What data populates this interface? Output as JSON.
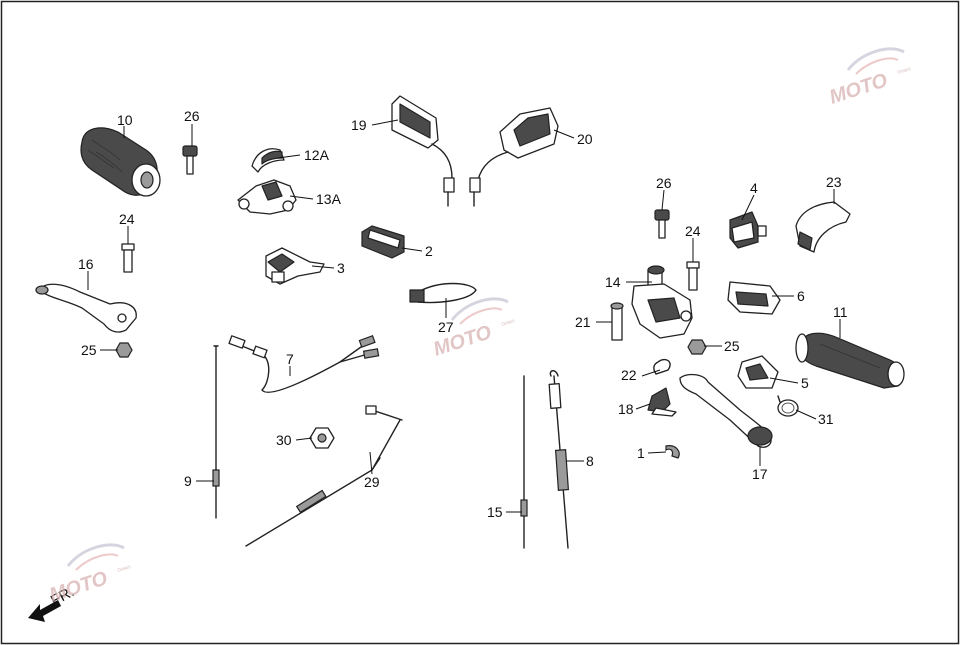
{
  "diagram": {
    "direction_label": "FR.",
    "watermark": {
      "text": "MOTO",
      "subtext": "Gears"
    },
    "callouts": [
      {
        "id": "10",
        "label": "10"
      },
      {
        "id": "26a",
        "label": "26"
      },
      {
        "id": "12A",
        "label": "12A"
      },
      {
        "id": "13A",
        "label": "13A"
      },
      {
        "id": "19",
        "label": "19"
      },
      {
        "id": "20",
        "label": "20"
      },
      {
        "id": "26b",
        "label": "26"
      },
      {
        "id": "4",
        "label": "4"
      },
      {
        "id": "23",
        "label": "23"
      },
      {
        "id": "24a",
        "label": "24"
      },
      {
        "id": "2",
        "label": "2"
      },
      {
        "id": "24b",
        "label": "24"
      },
      {
        "id": "16",
        "label": "16"
      },
      {
        "id": "3",
        "label": "3"
      },
      {
        "id": "14",
        "label": "14"
      },
      {
        "id": "6",
        "label": "6"
      },
      {
        "id": "27",
        "label": "27"
      },
      {
        "id": "21",
        "label": "21"
      },
      {
        "id": "11",
        "label": "11"
      },
      {
        "id": "25a",
        "label": "25"
      },
      {
        "id": "25b",
        "label": "25"
      },
      {
        "id": "7",
        "label": "7"
      },
      {
        "id": "22",
        "label": "22"
      },
      {
        "id": "5",
        "label": "5"
      },
      {
        "id": "18",
        "label": "18"
      },
      {
        "id": "31",
        "label": "31"
      },
      {
        "id": "30",
        "label": "30"
      },
      {
        "id": "1",
        "label": "1"
      },
      {
        "id": "8",
        "label": "8"
      },
      {
        "id": "29",
        "label": "29"
      },
      {
        "id": "17",
        "label": "17"
      },
      {
        "id": "9",
        "label": "9"
      },
      {
        "id": "15",
        "label": "15"
      }
    ]
  }
}
